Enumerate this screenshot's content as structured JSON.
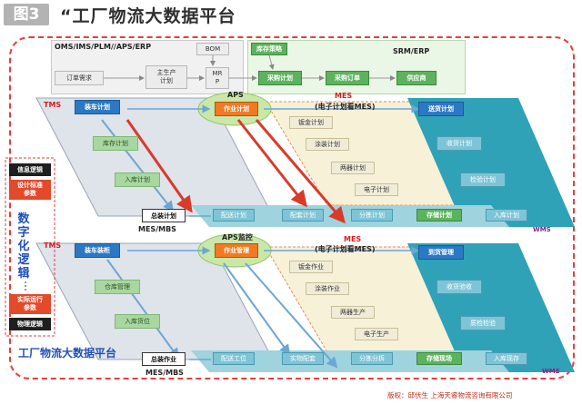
{
  "header": {
    "tag": "图3",
    "title": "“工厂物流大数据平台"
  },
  "top_left": {
    "label": "OMS/IMS/PLM//APS/ERP",
    "bom": "BOM",
    "order": "订单需求",
    "master_plan": "主生产\n计划",
    "mrp": "MR\nP"
  },
  "top_right": {
    "label": "SRM/ERP",
    "stock_strategy": "库存策略",
    "purchase_plan": "采购计划",
    "purchase_order": "采购订单",
    "supplier": "供应商"
  },
  "upper": {
    "aps": "APS",
    "mes": "MES",
    "mes_note": "(电子计划看MES)",
    "tms": "TMS",
    "load_plan": "装车计划",
    "work_plan": "作业计划",
    "delivery_plan": "送货计划",
    "stock_plan": "库存计划",
    "inbound_plan": "入库计划",
    "sheet_plan": "钣金计划",
    "paint_plan": "涂装计划",
    "wheel_plan": "两器计划",
    "elec_plan": "电子计划",
    "receive_plan": "收货计划",
    "inspect_plan": "检验计划",
    "assembly_plan": "总装计划",
    "mes_mbs": "MES/MBS",
    "deliver_plan": "配送计划",
    "pick_plan": "配套计划",
    "sort_plan": "分拣计划",
    "store_plan": "存储计划",
    "inbound_plan2": "入库计划",
    "wms": "WMS"
  },
  "lower": {
    "aps": "APS监控",
    "mes": "MES",
    "mes_note": "(电子计划看MES)",
    "tms": "TMS",
    "load_cabinet": "装车装柜",
    "work_manage": "作业管理",
    "arrival": "到货管理",
    "warehouse": "仓库管理",
    "inbound_pos": "入库货位",
    "sheet_work": "钣金作业",
    "paint_work": "涂装作业",
    "wheel_prod": "两器生产",
    "elec_prod": "电子生产",
    "receive_check": "收货验收",
    "quality_check": "质检检验",
    "assembly_work": "总装作业",
    "mes_mbs": "MES/MBS",
    "deliver_work": "配送工位",
    "pick_kit": "实物配套",
    "sort_split": "分拣分拆",
    "store_site": "存储现场",
    "inbound_stock": "入库现存",
    "wms": "WMS"
  },
  "left_panel": {
    "info_logic": "信息逻辑",
    "design_params": "设计标准\n参数",
    "vertical_text": "数字化逻辑",
    "actual_params": "实际运行\n参数",
    "physical_logic": "物理逻辑"
  },
  "footer": {
    "bottom_title": "工厂物流大数据平台",
    "credit": "版权：邱伏生  上海天睿物流咨询有限公司"
  }
}
